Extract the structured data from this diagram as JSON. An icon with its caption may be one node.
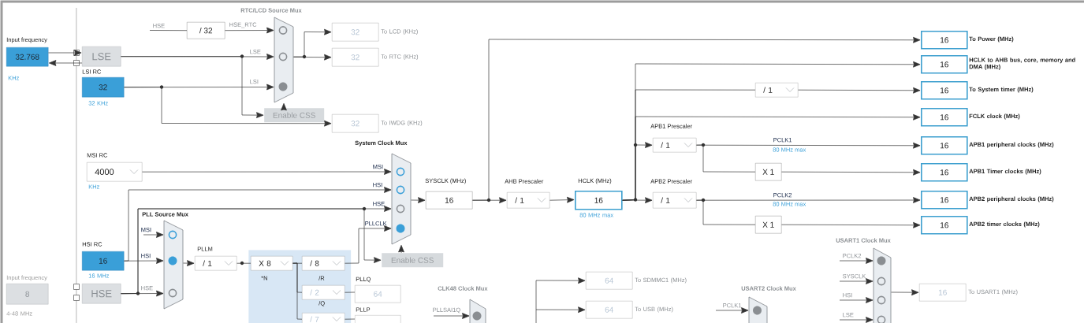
{
  "diagram": {
    "nodes": [
      {
        "text": [
          "Input frequency",
          "32.768"
        ],
        "beside": [
          "KHz"
        ]
      },
      {
        "text": [
          "LSE"
        ]
      },
      {
        "text": [
          "LSI RC",
          "32"
        ],
        "beside": [
          "32 KHz"
        ]
      },
      {
        "text": [
          "/ 32"
        ]
      },
      {
        "text": [
          "RTC/LCD Source Mux"
        ]
      },
      {
        "text": [
          "Enable CSS"
        ]
      },
      {
        "text": [
          "32"
        ],
        "beside": [
          "To LCD (KHz)"
        ]
      },
      {
        "text": [
          "32"
        ],
        "beside": [
          "To RTC (KHz)"
        ]
      },
      {
        "text": [
          "32"
        ],
        "beside": [
          "To IWDG (KHz)"
        ]
      },
      {
        "text": [
          "MSI RC",
          "4000"
        ],
        "beside": [
          "KHz"
        ]
      },
      {
        "text": [
          "HSI RC",
          "16"
        ],
        "beside": [
          "16 MHz"
        ]
      },
      {
        "text": [
          "Input frequency",
          "8"
        ],
        "beside": [
          "4-48 MHz"
        ]
      },
      {
        "text": [
          "HSE"
        ]
      },
      {
        "text": [
          "PLL Source Mux"
        ]
      },
      {
        "text": [
          "PLLM",
          "/ 1"
        ]
      },
      {
        "text": [],
        "shape": "box"
      },
      {
        "text": [
          "X 8"
        ],
        "beside": [
          "*N"
        ],
        "in": 15
      },
      {
        "text": [
          "/ 8"
        ],
        "beside": [
          "/R"
        ],
        "in": 15
      },
      {
        "text": [
          "/ 2"
        ],
        "beside": [
          "/Q"
        ],
        "in": 15
      },
      {
        "text": [
          "/ 7"
        ],
        "in": 15
      },
      {
        "text": [
          "PLLQ",
          "64"
        ]
      },
      {
        "text": [
          "PLLP"
        ]
      },
      {
        "text": [
          "System Clock Mux"
        ]
      },
      {
        "text": [
          "Enable CSS"
        ]
      },
      {
        "text": [
          "SYSCLK (MHz)",
          "16"
        ]
      },
      {
        "text": [
          "AHB Prescaler",
          "/ 1"
        ]
      },
      {
        "text": [
          "HCLK (MHz)",
          "16"
        ],
        "beside": [
          "80 MHz max"
        ]
      },
      {
        "text": [
          "APB1 Prescaler",
          "/ 1"
        ]
      },
      {
        "text": [
          "APB2 Prescaler",
          "/ 1"
        ]
      },
      {
        "text": [
          "/ 1"
        ]
      },
      {
        "text": [
          "X 1"
        ]
      },
      {
        "text": [
          "X 1"
        ]
      },
      {
        "text": [
          "16"
        ],
        "beside": [
          "To Power (MHz)"
        ]
      },
      {
        "text": [
          "16"
        ],
        "beside": [
          "HCLK to AHB bus, core, memory and DMA (MHz)"
        ]
      },
      {
        "text": [
          "16"
        ],
        "beside": [
          "To System timer (MHz)"
        ]
      },
      {
        "text": [
          "16"
        ],
        "beside": [
          "FCLK clock (MHz)"
        ]
      },
      {
        "text": [
          "16"
        ],
        "beside": [
          "APB1 peripheral clocks (MHz)"
        ]
      },
      {
        "text": [
          "16"
        ],
        "beside": [
          "APB1 Timer clocks (MHz)"
        ]
      },
      {
        "text": [
          "16"
        ],
        "beside": [
          "APB2 peripheral clocks (MHz)"
        ]
      },
      {
        "text": [
          "16"
        ],
        "beside": [
          "APB2 timer clocks (MHz)"
        ]
      },
      {
        "text": [
          "CLK48 Clock Mux"
        ]
      },
      {
        "text": [
          "64"
        ],
        "beside": [
          "To SDMMC1 (MHz)"
        ]
      },
      {
        "text": [
          "64"
        ],
        "beside": [
          "To USB (MHz)"
        ]
      },
      {
        "text": [
          "USART2 Clock Mux"
        ]
      },
      {
        "text": [
          "USART1 Clock Mux"
        ]
      },
      {
        "text": [
          "16"
        ],
        "beside": [
          "To USART1 (MHz)"
        ]
      }
    ],
    "edges": [
      {
        "from": 0,
        "to": 1,
        "arrow": "to"
      },
      {
        "from": 1,
        "to": 0,
        "arrow": "to"
      },
      {
        "from": 1,
        "to": 4,
        "arrow": "to",
        "label": "LSE"
      },
      {
        "from": 2,
        "to": 4,
        "arrow": "to",
        "label": "LSI"
      },
      {
        "from": null,
        "to": 3,
        "arrow": "none",
        "label": "HSE"
      },
      {
        "from": 3,
        "to": 4,
        "arrow": "to",
        "label": "HSE_RTC"
      },
      {
        "from": 4,
        "to": 6,
        "arrow": "to"
      },
      {
        "from": 4,
        "to": 7,
        "arrow": "to"
      },
      {
        "from": 1,
        "to": 5,
        "arrow": "to"
      },
      {
        "from": 5,
        "to": 4,
        "arrow": "to"
      },
      {
        "from": 2,
        "to": 8,
        "arrow": "to"
      },
      {
        "from": 9,
        "to": 22,
        "arrow": "to",
        "label": "MSI"
      },
      {
        "from": 10,
        "to": 22,
        "arrow": "to",
        "label": "HSI"
      },
      {
        "from": 12,
        "to": 22,
        "arrow": "to",
        "label": "HSE"
      },
      {
        "from": 10,
        "to": 13,
        "arrow": "to",
        "label": "HSI"
      },
      {
        "from": 12,
        "to": 13,
        "arrow": "to",
        "label": "HSE"
      },
      {
        "from": null,
        "to": 13,
        "arrow": "to",
        "label": "MSI"
      },
      {
        "from": 13,
        "to": 14,
        "arrow": "to"
      },
      {
        "from": 14,
        "to": 16,
        "arrow": "none"
      },
      {
        "from": 16,
        "to": 17,
        "arrow": "none"
      },
      {
        "from": 16,
        "to": 18,
        "arrow": "none"
      },
      {
        "from": 16,
        "to": 19,
        "arrow": "none"
      },
      {
        "from": 17,
        "to": 22,
        "arrow": "to",
        "label": "PLLCLK"
      },
      {
        "from": 18,
        "to": 20,
        "arrow": "none"
      },
      {
        "from": 19,
        "to": 21,
        "arrow": "none"
      },
      {
        "from": 12,
        "to": 23,
        "arrow": "to"
      },
      {
        "from": 23,
        "to": 22,
        "arrow": "to"
      },
      {
        "from": 22,
        "to": 24,
        "arrow": "to"
      },
      {
        "from": 24,
        "to": 25,
        "arrow": "to"
      },
      {
        "from": 24,
        "to": 32,
        "arrow": "to"
      },
      {
        "from": 25,
        "to": 26,
        "arrow": "to"
      },
      {
        "from": 26,
        "to": 28,
        "arrow": "to"
      },
      {
        "from": 26,
        "to": 27,
        "arrow": "to"
      },
      {
        "from": 26,
        "to": 33,
        "arrow": "to"
      },
      {
        "from": 26,
        "to": 29,
        "arrow": "none"
      },
      {
        "from": 29,
        "to": 34,
        "arrow": "to"
      },
      {
        "from": 26,
        "to": 35,
        "arrow": "to"
      },
      {
        "from": 27,
        "to": 36,
        "arrow": "to",
        "label": "PCLK1"
      },
      {
        "from": 27,
        "to": 30,
        "arrow": "none"
      },
      {
        "from": 30,
        "to": 37,
        "arrow": "to"
      },
      {
        "from": 28,
        "to": 38,
        "arrow": "to",
        "label": "PCLK2"
      },
      {
        "from": 28,
        "to": 31,
        "arrow": "none"
      },
      {
        "from": 31,
        "to": 39,
        "arrow": "to"
      },
      {
        "from": null,
        "to": 41,
        "arrow": "to"
      },
      {
        "from": null,
        "to": 42,
        "arrow": "to"
      },
      {
        "from": null,
        "to": 40,
        "arrow": "to",
        "label": "PLLSAI1Q"
      },
      {
        "from": null,
        "to": 43,
        "arrow": "to",
        "label": "PCLK1"
      },
      {
        "from": null,
        "to": 44,
        "arrow": "to",
        "label": "PCLK2"
      },
      {
        "from": null,
        "to": 44,
        "arrow": "to",
        "label": "SYSCLK"
      },
      {
        "from": null,
        "to": 44,
        "arrow": "to",
        "label": "HSI"
      },
      {
        "from": null,
        "to": 44,
        "arrow": "to",
        "label": "LSE"
      },
      {
        "from": 44,
        "to": 45,
        "arrow": "to"
      }
    ],
    "labels": [
      "80 MHz max",
      "80 MHz max"
    ]
  }
}
